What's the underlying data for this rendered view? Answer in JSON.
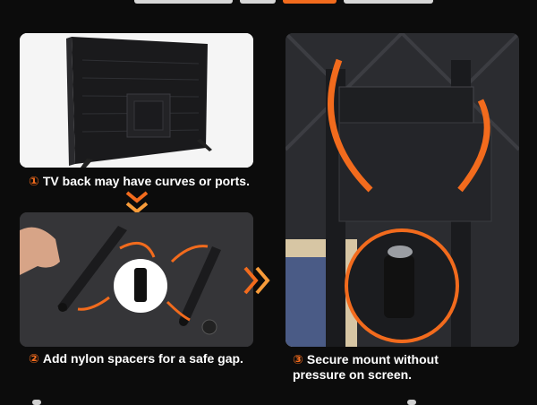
{
  "steps": [
    {
      "number": "①",
      "text": "TV back may have curves or ports."
    },
    {
      "number": "②",
      "text": "Add nylon spacers for a safe gap."
    },
    {
      "number": "③",
      "text_line1": "Secure mount without",
      "text_line2": "pressure on screen."
    }
  ],
  "colors": {
    "accent": "#f26b1d",
    "background": "#0c0c0c",
    "text": "#ffffff"
  },
  "icons": [
    "chevron-down-icon",
    "chevron-right-icon",
    "curved-arrow-icon",
    "magnifier-circle-icon"
  ]
}
